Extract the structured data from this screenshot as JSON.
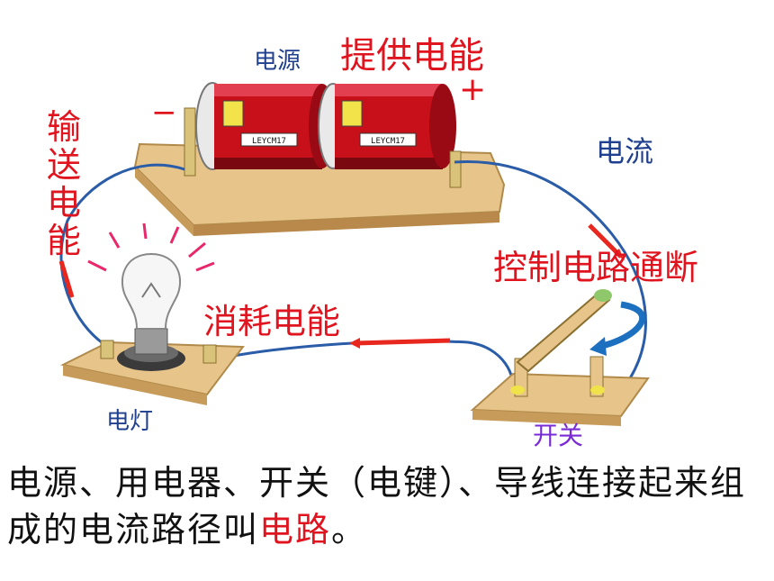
{
  "labels": {
    "power_source": "电源",
    "provide_energy": "提供电能",
    "minus_sign": "−",
    "plus_sign": "+",
    "transmit_energy": "输送电能",
    "current": "电流",
    "control_circuit": "控制电路通断",
    "consume_energy": "消耗电能",
    "lamp": "电灯",
    "switch": "开关"
  },
  "battery_text": {
    "left": "LEYCM17",
    "right": "LEYCM17"
  },
  "caption": {
    "part1": "电源、用电器、开关（电键）、导线连接起来组成的电流路径叫",
    "highlight": "电路",
    "part2": "。"
  },
  "colors": {
    "label_blue": "#1f3f8f",
    "label_red": "#e0141e",
    "switch_purple": "#7a2bd6",
    "wire": "#2a5ca8",
    "battery_red": "#c8101a",
    "wood": "#e7c48a"
  }
}
